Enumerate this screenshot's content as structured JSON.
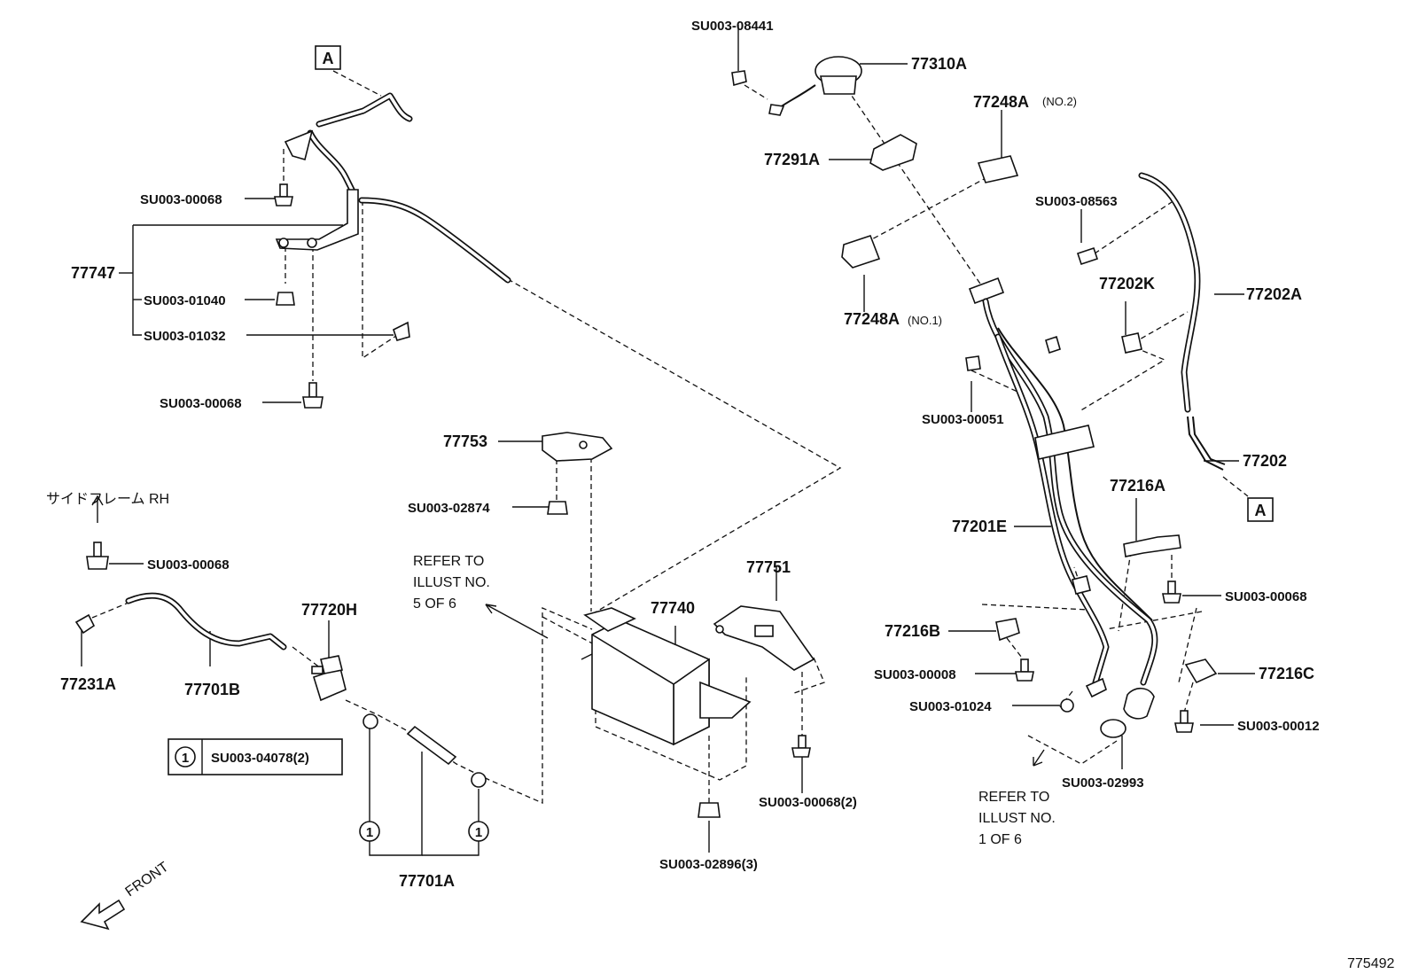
{
  "marker": "A",
  "labels": {
    "l77310a": "77310A",
    "l77248a_no2": "77248A",
    "l77248a_no2_suffix": "(NO.2)",
    "l77291a": "77291A",
    "l77248a_no1": "77248A",
    "l77248a_no1_suffix": "(NO.1)",
    "l77202a": "77202A",
    "l77202k": "77202K",
    "l77202": "77202",
    "l77216a": "77216A",
    "l77201e": "77201E",
    "l77216b": "77216B",
    "l77216c": "77216C",
    "l77747": "77747",
    "l77753": "77753",
    "l77751": "77751",
    "l77740": "77740",
    "l77720h": "77720H",
    "l77231a": "77231A",
    "l77701b": "77701B",
    "l77701a": "77701A"
  },
  "fasteners": {
    "f08441": "SU003-08441",
    "f08563": "SU003-08563",
    "f00051": "SU003-00051",
    "f00068_right": "SU003-00068",
    "f00008": "SU003-00008",
    "f01024": "SU003-01024",
    "f00012": "SU003-00012",
    "f02993": "SU003-02993",
    "f00068_top": "SU003-00068",
    "f01040": "SU003-01040",
    "f01032": "SU003-01032",
    "f00068_mid": "SU003-00068",
    "f02874": "SU003-02874",
    "f00068_side": "SU003-00068",
    "f00068_2": "SU003-00068(2)",
    "f02896_3": "SU003-02896(3)"
  },
  "notes": {
    "side_frame": "サイドフレーム RH",
    "refer_5_line1": "REFER TO",
    "refer_5_line2": "ILLUST NO.",
    "refer_5_line3": "5 OF 6",
    "refer_1_line1": "REFER TO",
    "refer_1_line2": "ILLUST NO.",
    "refer_1_line3": "1 OF 6",
    "front": "FRONT",
    "figure_number": "775492"
  },
  "legend": {
    "symbol": "1",
    "part": "SU003-04078(2)"
  }
}
